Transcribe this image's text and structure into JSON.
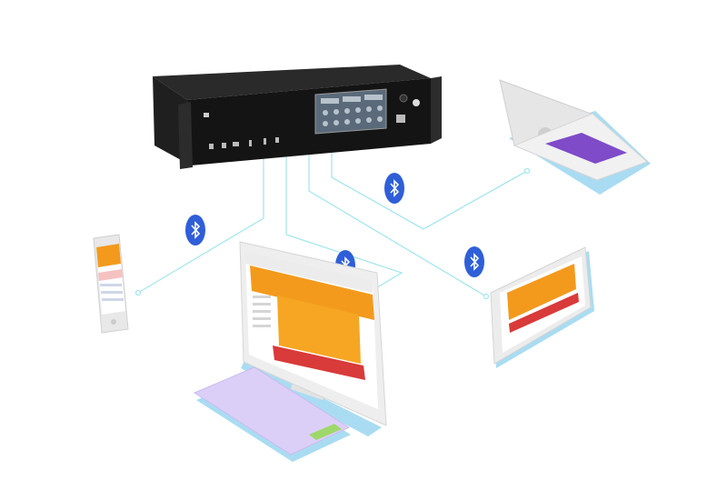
{
  "colors": {
    "connection_line": "#a6e6ee",
    "bluetooth_badge": "#2f5fd8",
    "device_body": "#ececec",
    "screen_accent": "#f39a1d",
    "keyboard": "#d9cdf6",
    "rack_unit": "#1d1d1d"
  },
  "nodes": [
    {
      "id": "rack-controller",
      "icon": "rack-controller-icon"
    },
    {
      "id": "smartphone",
      "icon": "smartphone-icon"
    },
    {
      "id": "desktop-computer",
      "icon": "desktop-monitor-icon"
    },
    {
      "id": "tablet",
      "icon": "tablet-icon"
    },
    {
      "id": "laptop",
      "icon": "laptop-icon"
    }
  ],
  "connections": [
    {
      "from": "rack-controller",
      "to": "smartphone",
      "type": "bluetooth"
    },
    {
      "from": "rack-controller",
      "to": "desktop-computer",
      "type": "bluetooth"
    },
    {
      "from": "rack-controller",
      "to": "tablet",
      "type": "bluetooth"
    },
    {
      "from": "rack-controller",
      "to": "laptop",
      "type": "bluetooth"
    }
  ]
}
